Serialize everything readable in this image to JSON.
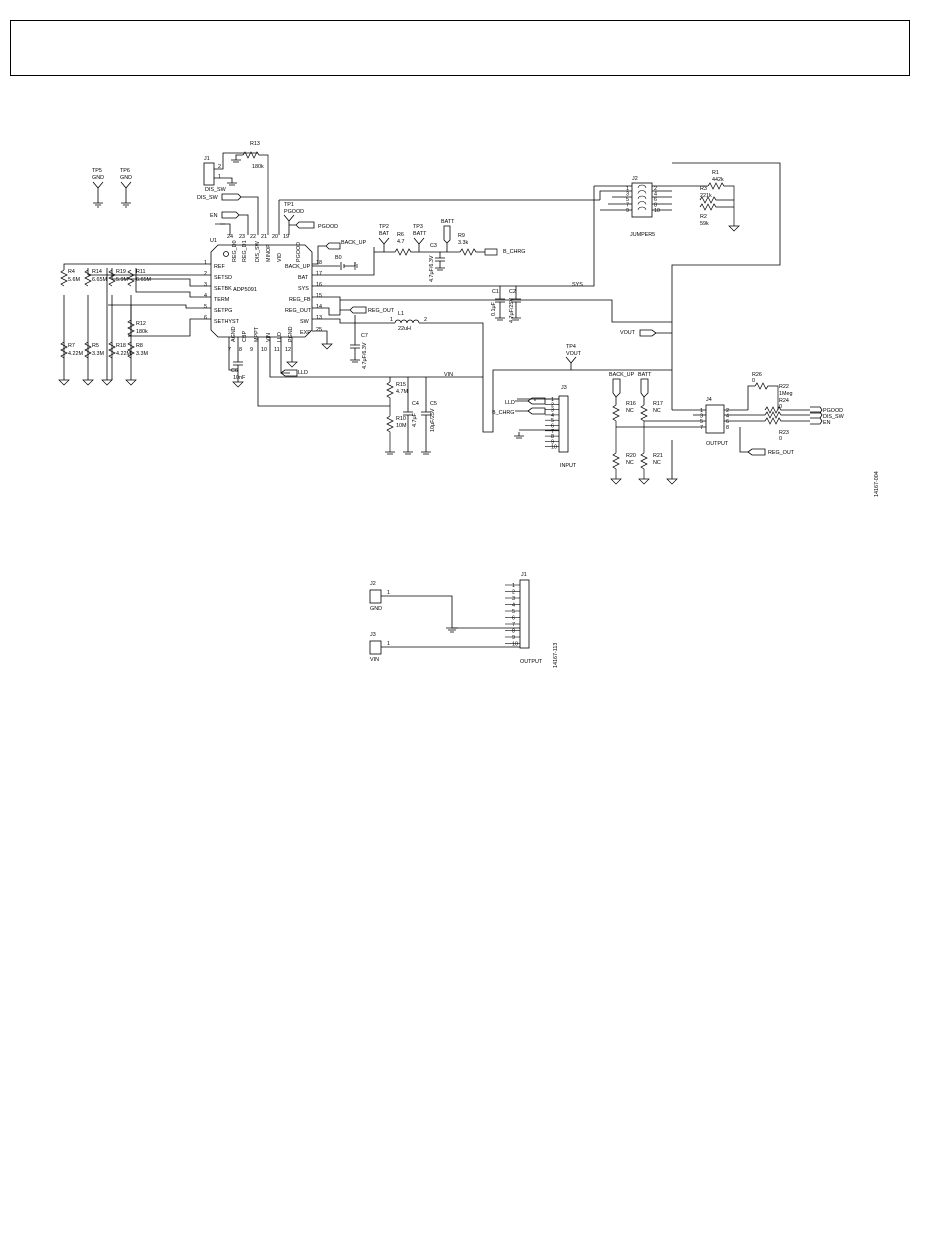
{
  "header_box": {
    "text": ""
  },
  "schematic_main": {
    "figure_id": "14167-004",
    "chip": {
      "ref": "U1",
      "part": "ADP5091",
      "left_pins": [
        {
          "num": "1",
          "name": "REF"
        },
        {
          "num": "2",
          "name": "SETSD"
        },
        {
          "num": "3",
          "name": "SETBK"
        },
        {
          "num": "4",
          "name": "TERM"
        },
        {
          "num": "5",
          "name": "SETPG"
        },
        {
          "num": "6",
          "name": "SETHYST"
        }
      ],
      "top_pins": [
        {
          "num": "24",
          "name": "REG_D0"
        },
        {
          "num": "23",
          "name": "REG_D1"
        },
        {
          "num": "22",
          "name": "DIS_SW"
        },
        {
          "num": "21",
          "name": "MINOP"
        },
        {
          "num": "20",
          "name": "VID"
        },
        {
          "num": "19",
          "name": "PGOOD"
        }
      ],
      "right_pins": [
        {
          "num": "18",
          "name": "BACK_UP"
        },
        {
          "num": "17",
          "name": "BAT"
        },
        {
          "num": "16",
          "name": "SYS"
        },
        {
          "num": "15",
          "name": "REG_FB"
        },
        {
          "num": "14",
          "name": "REG_OUT"
        },
        {
          "num": "13",
          "name": "SW"
        },
        {
          "num": "25",
          "name": "EXP"
        }
      ],
      "bottom_pins": [
        {
          "num": "7",
          "name": "AGND"
        },
        {
          "num": "8",
          "name": "CBP"
        },
        {
          "num": "9",
          "name": "MPPT"
        },
        {
          "num": "10",
          "name": "VIN"
        },
        {
          "num": "11",
          "name": "LLD"
        },
        {
          "num": "12",
          "name": "PGND"
        }
      ]
    },
    "testpoints": [
      {
        "ref": "TP5",
        "net": "GND"
      },
      {
        "ref": "TP6",
        "net": "GND"
      },
      {
        "ref": "TP1",
        "net": "PGOOD"
      },
      {
        "ref": "TP2",
        "net": "BAT"
      },
      {
        "ref": "TP3",
        "net": "BATT"
      },
      {
        "ref": "TP4",
        "net": "VOUT"
      }
    ],
    "resistors": [
      {
        "ref": "R13",
        "value": "180k"
      },
      {
        "ref": "R4",
        "value": "5.6M"
      },
      {
        "ref": "R14",
        "value": "6.65M"
      },
      {
        "ref": "R19",
        "value": "5.9M"
      },
      {
        "ref": "R11",
        "value": "6.65M"
      },
      {
        "ref": "R12",
        "value": "180k"
      },
      {
        "ref": "R7",
        "value": "4.22M"
      },
      {
        "ref": "R5",
        "value": "3.3M"
      },
      {
        "ref": "R18",
        "value": "4.22M"
      },
      {
        "ref": "R8",
        "value": "3.3M"
      },
      {
        "ref": "R6",
        "value": "4.7"
      },
      {
        "ref": "R9",
        "value": "3.3k"
      },
      {
        "ref": "R15",
        "value": "4.7M"
      },
      {
        "ref": "R10",
        "value": "10M"
      },
      {
        "ref": "R1",
        "value": "442k"
      },
      {
        "ref": "R3",
        "value": "221k"
      },
      {
        "ref": "R2",
        "value": "59k"
      },
      {
        "ref": "R26",
        "value": "0"
      },
      {
        "ref": "R22",
        "value": "1Meg"
      },
      {
        "ref": "R24",
        "value": "0"
      },
      {
        "ref": "R23",
        "value": "0"
      },
      {
        "ref": "R16",
        "value": "NC"
      },
      {
        "ref": "R17",
        "value": "NC"
      },
      {
        "ref": "R20",
        "value": "NC"
      },
      {
        "ref": "R21",
        "value": "NC"
      }
    ],
    "capacitors": [
      {
        "ref": "C1",
        "value": "0.1μF"
      },
      {
        "ref": "C2",
        "value": "4.7μF/25V"
      },
      {
        "ref": "C3",
        "value": "4.7μF/6.3V"
      },
      {
        "ref": "C4",
        "value": "4.7μF"
      },
      {
        "ref": "C5",
        "value": "10μF/25V"
      },
      {
        "ref": "C6",
        "value": "10nF"
      },
      {
        "ref": "C7",
        "value": "4.7μF/6.3V"
      }
    ],
    "inductor": {
      "ref": "L1",
      "value": "22uH",
      "pin1": "1",
      "pin2": "2"
    },
    "battery": {
      "ref": "B0"
    },
    "connectors": [
      {
        "ref": "J1",
        "label": "DIS_SW"
      },
      {
        "ref": "J2",
        "label": "JUMPER5",
        "pins": [
          "1",
          "2",
          "3",
          "4",
          "5",
          "6",
          "7",
          "8",
          "9",
          "10"
        ]
      },
      {
        "ref": "J3",
        "label": "INPUT",
        "pins": [
          "1",
          "2",
          "3",
          "4",
          "5",
          "6",
          "7",
          "8",
          "9",
          "10"
        ]
      },
      {
        "ref": "J4",
        "label": "OUTPUT",
        "pins": [
          "1",
          "2",
          "3",
          "4",
          "5",
          "6",
          "7",
          "8"
        ]
      }
    ],
    "net_labels": {
      "dis_sw": "DIS_SW",
      "en": "EN",
      "pgood": "PGOOD",
      "back_up": "BACK_UP",
      "b_chrg": "B_CHRG",
      "batt": "BATT",
      "sys": "SYS",
      "reg_out": "REG_OUT",
      "vout": "VOUT",
      "vin": "VIN",
      "lld": "LLD"
    }
  },
  "schematic_bottom": {
    "figure_id": "14167-113",
    "j2": {
      "ref": "J2",
      "pin": "1",
      "net": "GND"
    },
    "j3": {
      "ref": "J3",
      "pin": "1",
      "net": "VIN"
    },
    "j1": {
      "ref": "J1",
      "label": "OUTPUT",
      "pins": [
        "1",
        "2",
        "3",
        "4",
        "5",
        "6",
        "7",
        "8",
        "9",
        "10"
      ]
    }
  }
}
